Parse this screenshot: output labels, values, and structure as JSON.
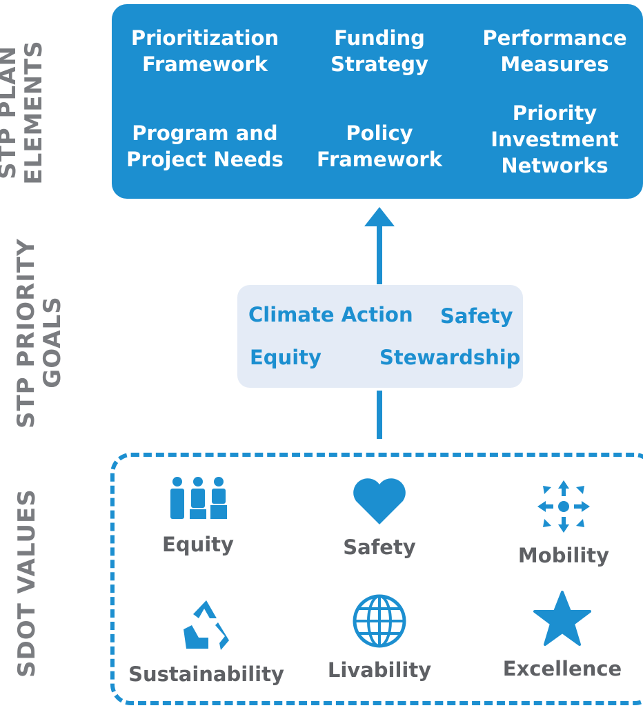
{
  "side_labels": {
    "plan_elements": [
      "STP PLAN",
      "ELEMENTS"
    ],
    "priority_goals": [
      "STP PRIORITY",
      "GOALS"
    ],
    "values": [
      "SDOT VALUES"
    ]
  },
  "plan_elements": [
    {
      "lines": [
        "Prioritization",
        "Framework"
      ]
    },
    {
      "lines": [
        "Funding",
        "Strategy"
      ]
    },
    {
      "lines": [
        "Performance",
        "Measures"
      ]
    },
    {
      "lines": [
        "Program and",
        "Project Needs"
      ]
    },
    {
      "lines": [
        "Policy",
        "Framework"
      ]
    },
    {
      "lines": [
        "Priority",
        "Investment",
        "Networks"
      ]
    }
  ],
  "priority_goals": [
    "Climate Action",
    "Safety",
    "Equity",
    "Stewardship"
  ],
  "values": [
    {
      "label": "Equity",
      "icon": "people-podium-icon"
    },
    {
      "label": "Safety",
      "icon": "heart-icon"
    },
    {
      "label": "Mobility",
      "icon": "directional-arrows-icon"
    },
    {
      "label": "Sustainability",
      "icon": "recycle-icon"
    },
    {
      "label": "Livability",
      "icon": "globe-icon"
    },
    {
      "label": "Excellence",
      "icon": "star-icon"
    }
  ],
  "colors": {
    "primary": "#1c8fd0",
    "goals_bg": "#e4ebf6",
    "side_text": "#7a7c80",
    "value_text": "#5e6064"
  }
}
